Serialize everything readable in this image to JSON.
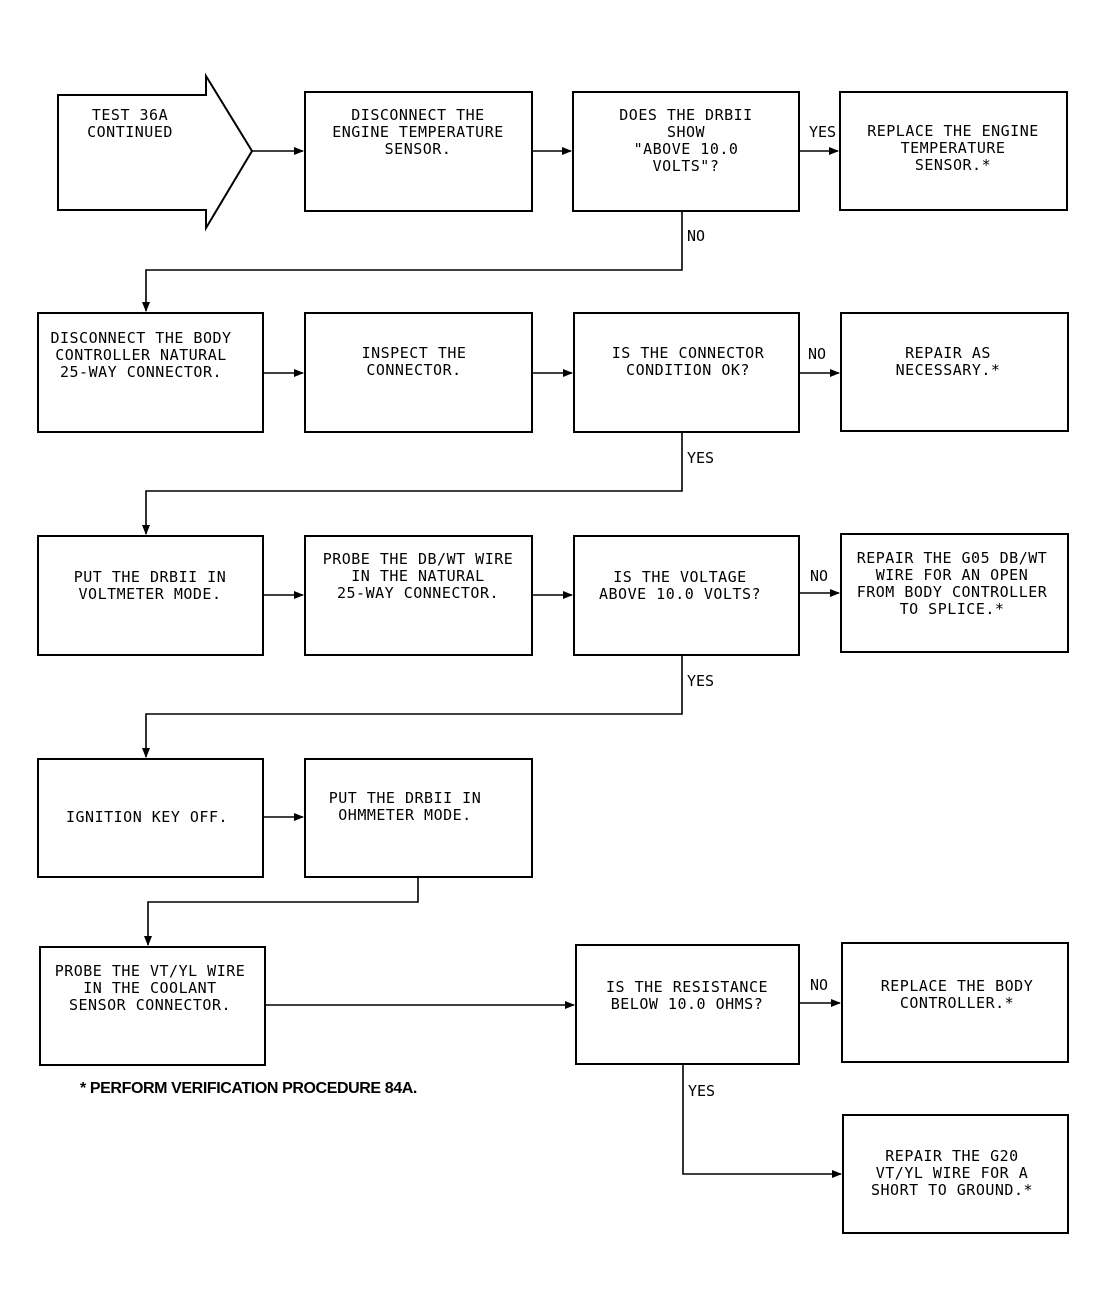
{
  "boxes": {
    "start": [
      "TEST 36A",
      "CONTINUED"
    ],
    "disconnect_ets": [
      "DISCONNECT THE",
      "ENGINE TEMPERATURE",
      "SENSOR."
    ],
    "q_drb_show": [
      "DOES THE DRBII",
      "SHOW",
      "\"ABOVE 10.0",
      "VOLTS\"?"
    ],
    "replace_ets": [
      "REPLACE THE ENGINE",
      "TEMPERATURE",
      "SENSOR.*"
    ],
    "disconnect_bc": [
      "DISCONNECT THE BODY",
      "CONTROLLER NATURAL",
      "25-WAY CONNECTOR."
    ],
    "inspect_conn": [
      "INSPECT THE",
      "CONNECTOR."
    ],
    "q_conn_ok": [
      "IS THE CONNECTOR",
      "CONDITION OK?"
    ],
    "repair_nec": [
      "REPAIR AS",
      "NECESSARY.*"
    ],
    "put_voltmeter": [
      "PUT THE DRBII IN",
      "VOLTMETER MODE."
    ],
    "probe_dbwt": [
      "PROBE THE DB/WT WIRE",
      "IN THE NATURAL",
      "25-WAY CONNECTOR."
    ],
    "q_voltage": [
      "IS THE VOLTAGE",
      "ABOVE 10.0 VOLTS?"
    ],
    "repair_g05": [
      "REPAIR THE G05 DB/WT",
      "WIRE FOR AN OPEN",
      "FROM BODY CONTROLLER",
      "TO SPLICE.*"
    ],
    "ignition_off": [
      "IGNITION KEY OFF."
    ],
    "put_ohmmeter": [
      "PUT THE DRBII IN",
      "OHMMETER MODE."
    ],
    "probe_vtyl": [
      "PROBE THE VT/YL WIRE",
      "IN THE COOLANT",
      "SENSOR CONNECTOR."
    ],
    "q_resistance": [
      "IS THE RESISTANCE",
      "BELOW 10.0 OHMS?"
    ],
    "replace_bc": [
      "REPLACE THE BODY",
      "CONTROLLER.*"
    ],
    "repair_g20": [
      "REPAIR THE G20",
      "VT/YL WIRE FOR A",
      "SHORT TO GROUND.*"
    ]
  },
  "branch_labels": {
    "yes_1": "YES",
    "no_1": "NO",
    "no_2": "NO",
    "yes_2": "YES",
    "no_3": "NO",
    "yes_3": "YES",
    "no_4": "NO",
    "yes_4": "YES"
  },
  "footnote": "* PERFORM VERIFICATION PROCEDURE 84A."
}
